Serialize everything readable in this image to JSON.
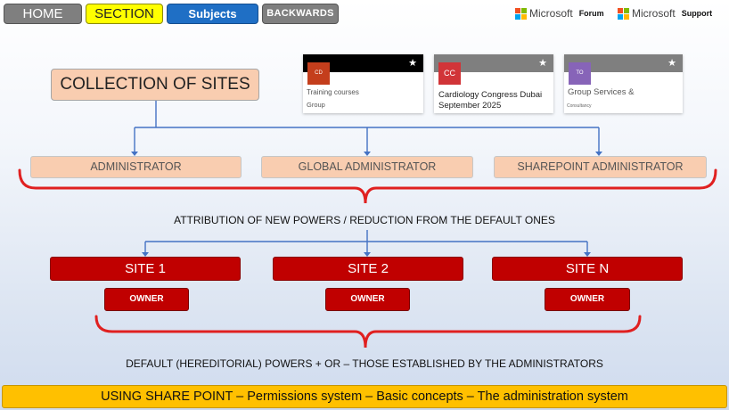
{
  "nav": {
    "home": "HOME",
    "section": "SECTION",
    "subjects": "Subjects",
    "backwards": "BACKWARDS"
  },
  "links": {
    "forum": {
      "brand": "Microsoft",
      "suffix": "Forum"
    },
    "support": {
      "brand": "Microsoft",
      "suffix": "Support"
    }
  },
  "cards": [
    {
      "initials": "CD",
      "title": "Training courses",
      "subtitle": "Group",
      "header_color": "#000000",
      "avatar_color": "#c43e1c"
    },
    {
      "initials": "CC",
      "title": "Cardiology Congress Dubai September 2025",
      "subtitle": "",
      "header_color": "#7f7f7f",
      "avatar_color": "#d13438"
    },
    {
      "initials": "TO",
      "title": "Group Services &",
      "subtitle": "Consultancy",
      "header_color": "#7f7f7f",
      "avatar_color": "#8764b8"
    }
  ],
  "diagram": {
    "collection": "COLLECTION OF SITES",
    "admins": [
      "ADMINISTRATOR",
      "GLOBAL ADMINISTRATOR",
      "SHAREPOINT ADMINISTRATOR"
    ],
    "attribution": "ATTRIBUTION OF NEW POWERS / REDUCTION FROM THE DEFAULT ONES",
    "sites": [
      "SITE 1",
      "SITE 2",
      "SITE N"
    ],
    "owner": "OWNER",
    "default_powers": "DEFAULT (HEREDITORIAL) POWERS + OR – THOSE ESTABLISHED BY THE ADMINISTRATORS"
  },
  "footer": "USING SHARE POINT – Permissions system – Basic concepts – The administration system",
  "colors": {
    "nav_gray": "#7f7f7f",
    "nav_yellow": "#ffff00",
    "nav_blue": "#1f6fc5",
    "peach": "#f9cdb0",
    "site_red": "#c00000",
    "bracket_red": "#e02020",
    "connector_blue": "#4472c4",
    "footer_gold": "#ffc000"
  }
}
